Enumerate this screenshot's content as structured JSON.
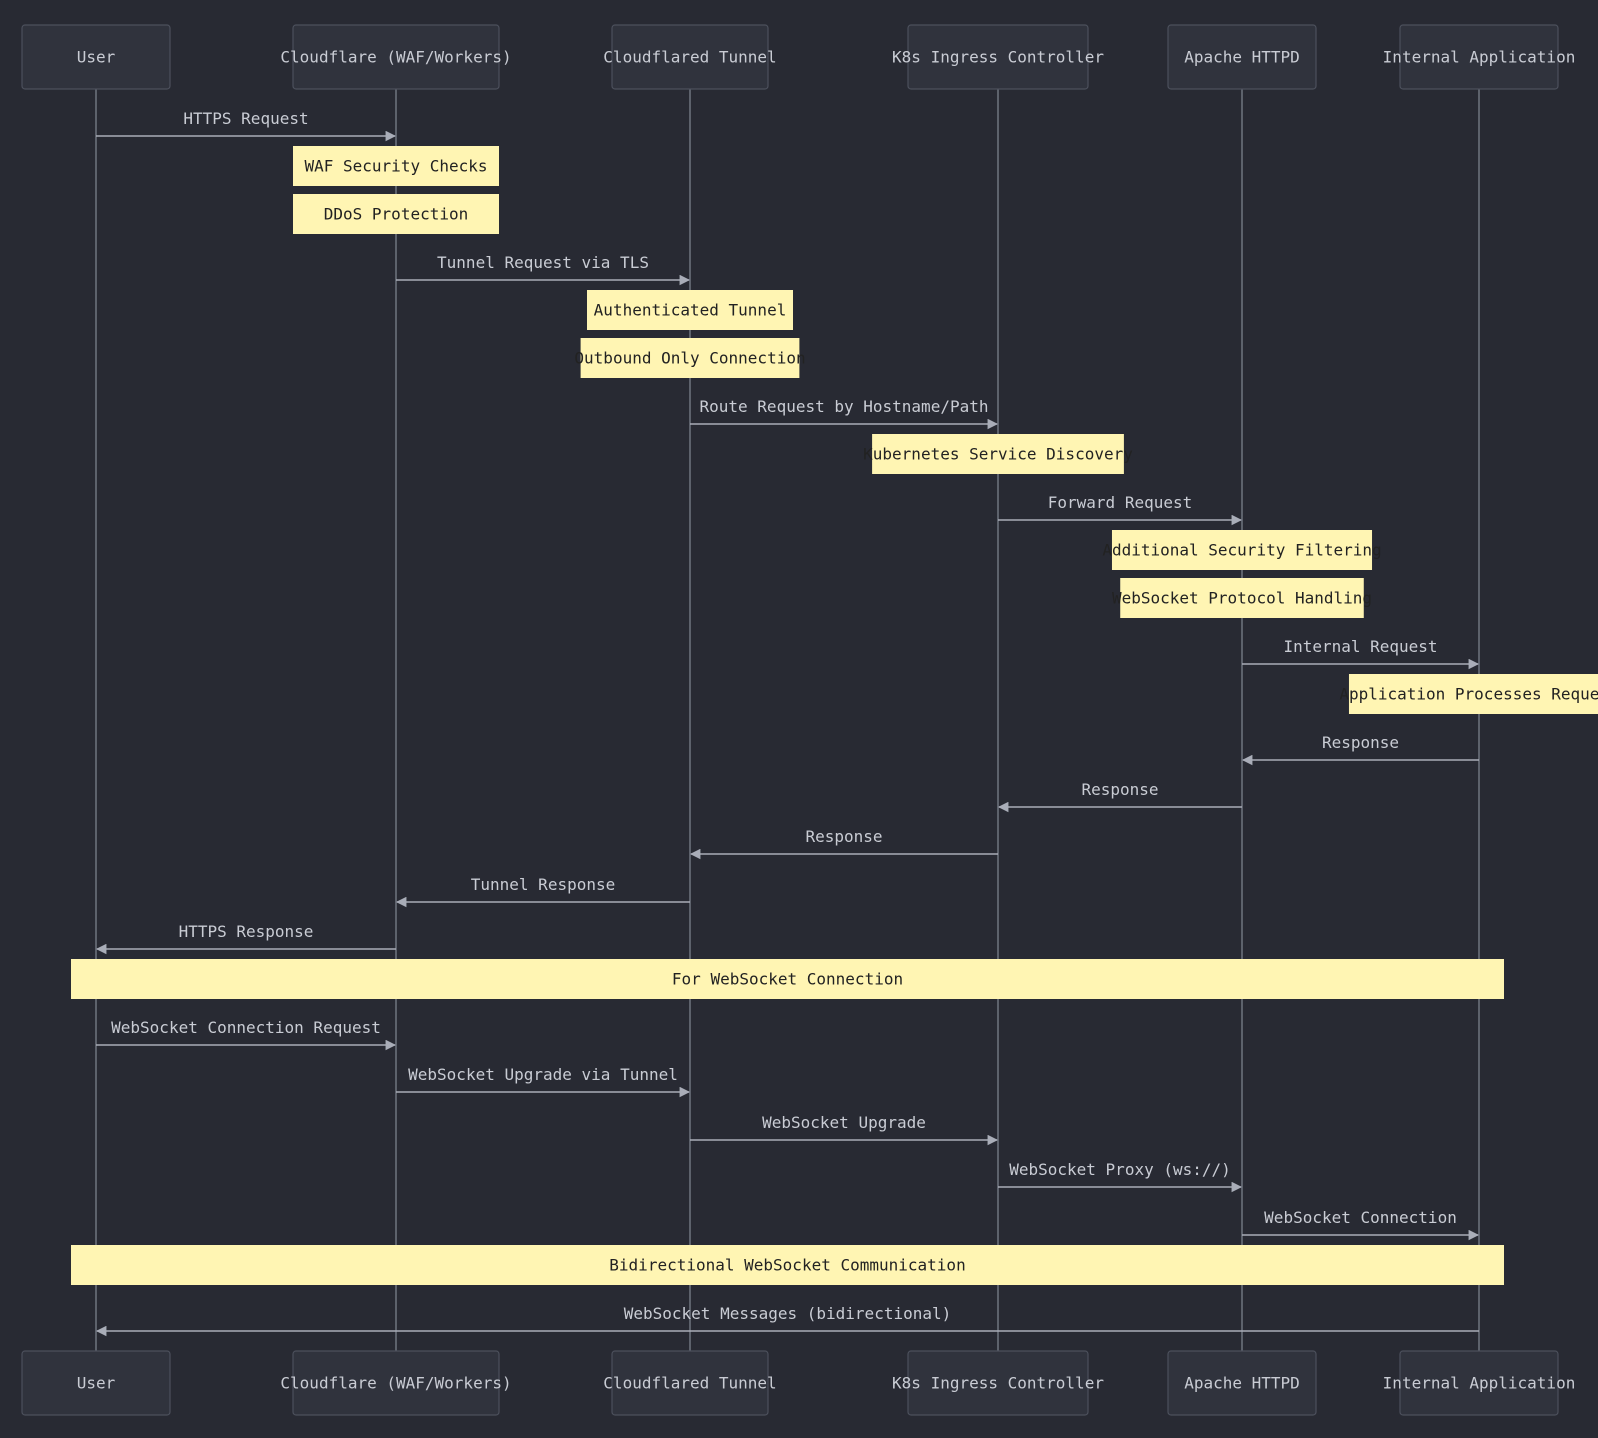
{
  "colors": {
    "background": "#282a33",
    "actor_fill": "#30333d",
    "actor_border": "#4c505c",
    "lifeline": "#6f7480",
    "message": "#a9adb8",
    "note_fill": "#fff5b3",
    "text": "#c9ccd4",
    "note_text": "#222222"
  },
  "actors": [
    "User",
    "Cloudflare (WAF/Workers)",
    "Cloudflared Tunnel",
    "K8s Ingress Controller",
    "Apache HTTPD",
    "Internal Application"
  ],
  "events": [
    {
      "type": "message",
      "from": 0,
      "to": 1,
      "text": "HTTPS Request"
    },
    {
      "type": "note",
      "over": [
        1
      ],
      "text": "WAF Security Checks"
    },
    {
      "type": "note",
      "over": [
        1
      ],
      "text": "DDoS Protection"
    },
    {
      "type": "message",
      "from": 1,
      "to": 2,
      "text": "Tunnel Request via TLS"
    },
    {
      "type": "note",
      "over": [
        2
      ],
      "text": "Authenticated Tunnel"
    },
    {
      "type": "note",
      "over": [
        2
      ],
      "text": "Outbound Only Connection"
    },
    {
      "type": "message",
      "from": 2,
      "to": 3,
      "text": "Route Request by Hostname/Path"
    },
    {
      "type": "note",
      "over": [
        3
      ],
      "text": "Kubernetes Service Discovery"
    },
    {
      "type": "message",
      "from": 3,
      "to": 4,
      "text": "Forward Request"
    },
    {
      "type": "note",
      "over": [
        4
      ],
      "text": "Additional Security Filtering"
    },
    {
      "type": "note",
      "over": [
        4
      ],
      "text": "WebSocket Protocol Handling"
    },
    {
      "type": "message",
      "from": 4,
      "to": 5,
      "text": "Internal Request"
    },
    {
      "type": "note",
      "over": [
        5
      ],
      "text": "Application Processes Request"
    },
    {
      "type": "message",
      "from": 5,
      "to": 4,
      "text": "Response"
    },
    {
      "type": "message",
      "from": 4,
      "to": 3,
      "text": "Response"
    },
    {
      "type": "message",
      "from": 3,
      "to": 2,
      "text": "Response"
    },
    {
      "type": "message",
      "from": 2,
      "to": 1,
      "text": "Tunnel Response"
    },
    {
      "type": "message",
      "from": 1,
      "to": 0,
      "text": "HTTPS Response"
    },
    {
      "type": "note",
      "over": [
        0,
        5
      ],
      "text": "For WebSocket Connection"
    },
    {
      "type": "message",
      "from": 0,
      "to": 1,
      "text": "WebSocket Connection Request"
    },
    {
      "type": "message",
      "from": 1,
      "to": 2,
      "text": "WebSocket Upgrade via Tunnel"
    },
    {
      "type": "message",
      "from": 2,
      "to": 3,
      "text": "WebSocket Upgrade"
    },
    {
      "type": "message",
      "from": 3,
      "to": 4,
      "text": "WebSocket Proxy (ws://)"
    },
    {
      "type": "message",
      "from": 4,
      "to": 5,
      "text": "WebSocket Connection"
    },
    {
      "type": "note",
      "over": [
        0,
        5
      ],
      "text": "Bidirectional WebSocket Communication"
    },
    {
      "type": "message",
      "from": 5,
      "to": 0,
      "text": "WebSocket Messages (bidirectional)"
    }
  ]
}
